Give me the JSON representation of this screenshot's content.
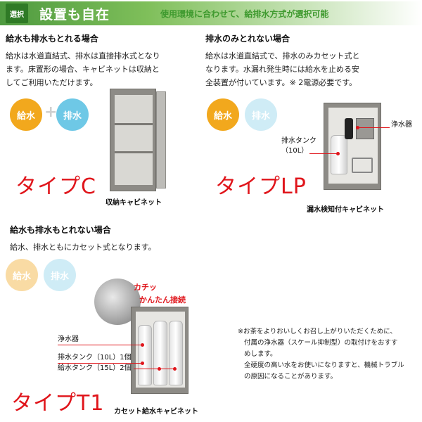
{
  "header": {
    "badge": "選択",
    "title": "設置も自在",
    "subtitle": "使用環境に合わせて、給排水方式が選択可能"
  },
  "typeC": {
    "heading": "給水も排水もとれる場合",
    "lines": [
      "給水は水道直結式、排水は直接排水式となり",
      "ます。床置形の場合、キャビネットは収納と",
      "してご利用いただけます。"
    ],
    "supply_label": "給水",
    "drain_label": "排水",
    "type_name": "タイプC",
    "cabinet_caption": "収納キャビネット"
  },
  "typeLP": {
    "heading": "排水のみとれない場合",
    "lines": [
      "給水は水道直結式で、排水のみカセット式と",
      "なります。水漏れ発生時には給水を止める安",
      "全装置が付いています。※ 2電源必要です。"
    ],
    "supply_label": "給水",
    "drain_label": "排水",
    "type_name": "タイプLP",
    "cabinet_caption": "漏水検知付キャビネット",
    "callout_purifier": "浄水器",
    "callout_tank_line1": "排水タンク",
    "callout_tank_line2": "（10L）"
  },
  "typeT1": {
    "heading": "給水も排水もとれない場合",
    "lines": [
      "給水、排水ともにカセット式となります。"
    ],
    "supply_label": "給水",
    "drain_label": "排水",
    "type_name": "タイプT1",
    "cabinet_caption": "カセット給水キャビネット",
    "callout_click": "カチッ",
    "callout_easy": "かんたん接続",
    "callout_purifier": "浄水器",
    "callout_drain_tank": "排水タンク（10L）1個",
    "callout_supply_tank": "給水タンク（15L）2個"
  },
  "note": {
    "lines": [
      "※お茶をよりおいしくお召し上がりいただくために、",
      "付属の浄水器（スケール抑制型）の取付けをおすす",
      "めします。",
      "全硬度の高い水をお使いになりますと、機械トラブル",
      "の原因になることがあります。"
    ]
  },
  "colors": {
    "supply": "#f2a81d",
    "drain": "#6ec8e6",
    "supply_faded": "#f9dba4",
    "drain_faded": "#cfecf6",
    "type_red": "#e0151b",
    "header_green": "#4e9a3f"
  }
}
